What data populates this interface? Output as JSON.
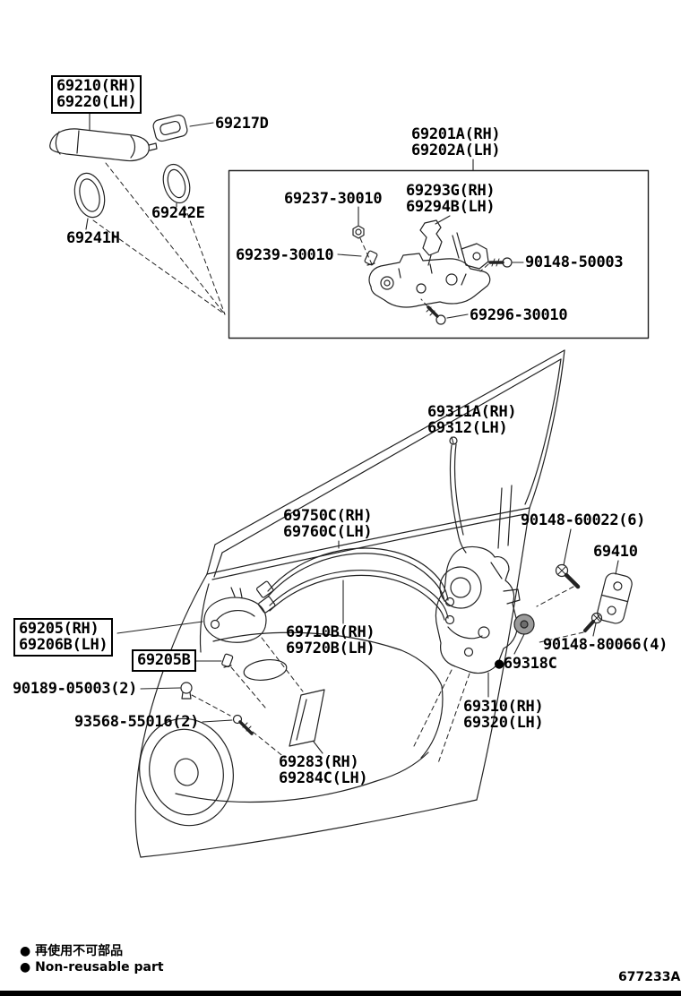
{
  "page": {
    "background": "#ffffff",
    "diagram_code": "677233A"
  },
  "legend": {
    "line1": "● 再使用不可部品",
    "line2": "● Non-reusable part"
  },
  "labels": {
    "69210_69220": {
      "lines": [
        "69210(RH)",
        "69220(LH)"
      ]
    },
    "69217D": {
      "lines": [
        "69217D"
      ]
    },
    "69201A_69202A": {
      "lines": [
        "69201A(RH)",
        "69202A(LH)"
      ]
    },
    "69293G_69294B": {
      "lines": [
        "69293G(RH)",
        "69294B(LH)"
      ]
    },
    "69237_30010": {
      "lines": [
        "69237-30010"
      ]
    },
    "69242E": {
      "lines": [
        "69242E"
      ]
    },
    "69241H": {
      "lines": [
        "69241H"
      ]
    },
    "69239_30010": {
      "lines": [
        "69239-30010"
      ]
    },
    "90148_50003": {
      "lines": [
        "90148-50003"
      ]
    },
    "69296_30010": {
      "lines": [
        "69296-30010"
      ]
    },
    "69311A_69312": {
      "lines": [
        "69311A(RH)",
        "69312(LH)"
      ]
    },
    "69750C_69760C": {
      "lines": [
        "69750C(RH)",
        "69760C(LH)"
      ]
    },
    "90148_60022": {
      "lines": [
        "90148-60022(6)"
      ]
    },
    "69410": {
      "lines": [
        "69410"
      ]
    },
    "69205_69206B": {
      "lines": [
        "69205(RH)",
        "69206B(LH)"
      ]
    },
    "69205B": {
      "lines": [
        "69205B"
      ]
    },
    "90189_05003": {
      "lines": [
        "90189-05003(2)"
      ]
    },
    "93568_55016": {
      "lines": [
        "93568-55016(2)"
      ]
    },
    "69710B_69720B": {
      "lines": [
        "69710B(RH)",
        "69720B(LH)"
      ]
    },
    "90148_80066": {
      "lines": [
        "90148-80066(4)"
      ]
    },
    "69318C": {
      "lines": [
        "●69318C"
      ]
    },
    "69310_69320": {
      "lines": [
        "69310(RH)",
        "69320(LH)"
      ]
    },
    "69283_69284C": {
      "lines": [
        "69283(RH)",
        "69284C(LH)"
      ]
    }
  }
}
